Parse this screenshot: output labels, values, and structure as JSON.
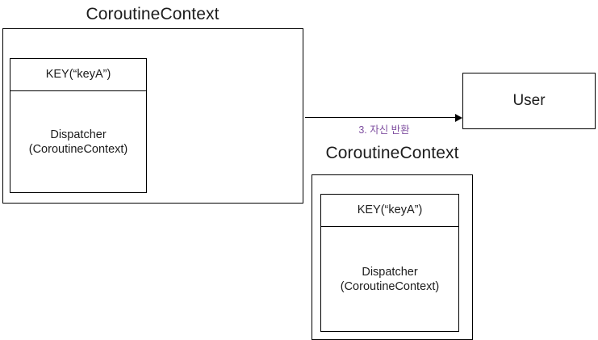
{
  "diagram": {
    "type": "block-diagram",
    "background_color": "#ffffff",
    "line_color": "#000000",
    "text_color": "#1c1c1c",
    "accent_color": "#7f4fa0"
  },
  "left_group": {
    "title": "CoroutineContext",
    "key_cell": "KEY(“keyA”)",
    "value_cell": "Dispatcher\n(CoroutineContext)"
  },
  "right_group": {
    "title": "CoroutineContext",
    "key_cell": "KEY(“keyA”)",
    "value_cell": "Dispatcher\n(CoroutineContext)"
  },
  "user_box": {
    "label": "User"
  },
  "arrow": {
    "label": "3. 자신 반환",
    "label_color": "#7f4fa0",
    "direction": "right"
  }
}
